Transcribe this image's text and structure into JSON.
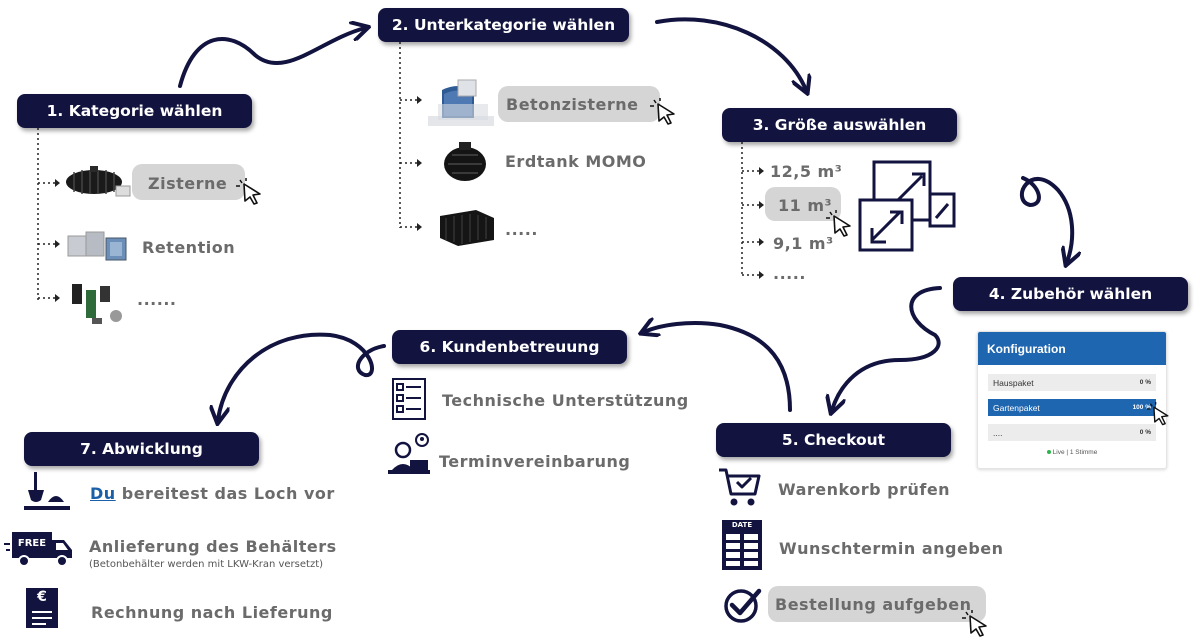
{
  "steps": {
    "s1": "1. Kategorie wählen",
    "s2": "2. Unterkategorie wählen",
    "s3": "3. Größe auswählen",
    "s4": "4. Zubehör wählen",
    "s5": "5. Checkout",
    "s6": "6. Kundenbetreuung",
    "s7": "7. Abwicklung"
  },
  "categories": [
    "Zisterne",
    "Retention",
    "......"
  ],
  "subcategories": [
    "Betonzisterne",
    "Erdtank MOMO",
    "....."
  ],
  "sizes": [
    "12,5 m³",
    "11 m³",
    "9,1 m³",
    "....."
  ],
  "configurator": {
    "title": "Konfiguration",
    "rows": [
      {
        "label": "Hauspaket",
        "pct": "0 %"
      },
      {
        "label": "Gartenpaket",
        "pct": "100 %"
      },
      {
        "label": "....",
        "pct": "0 %"
      }
    ],
    "live": "Live | 1 Stimme"
  },
  "checkout": [
    "Warenkorb prüfen",
    "Wunschtermin angeben",
    "Bestellung aufgeben"
  ],
  "checkout_date_label": "DATE",
  "support": [
    "Technische Unterstützung",
    "Terminvereinbarung"
  ],
  "processing": {
    "item1_prefix": "Du",
    "item1_rest": " bereitest das Loch vor",
    "item2": "Anlieferung des Behälters",
    "item2_sub": "(Betonbehälter werden mit LKW-Kran versetzt)",
    "item3": "Rechnung nach Lieferung",
    "free_label": "FREE",
    "euro": "€"
  },
  "colors": {
    "navy": "#12133f",
    "blue": "#1f66b0",
    "gray_text": "#6b6b6b",
    "highlight": "#d5d5d5"
  }
}
